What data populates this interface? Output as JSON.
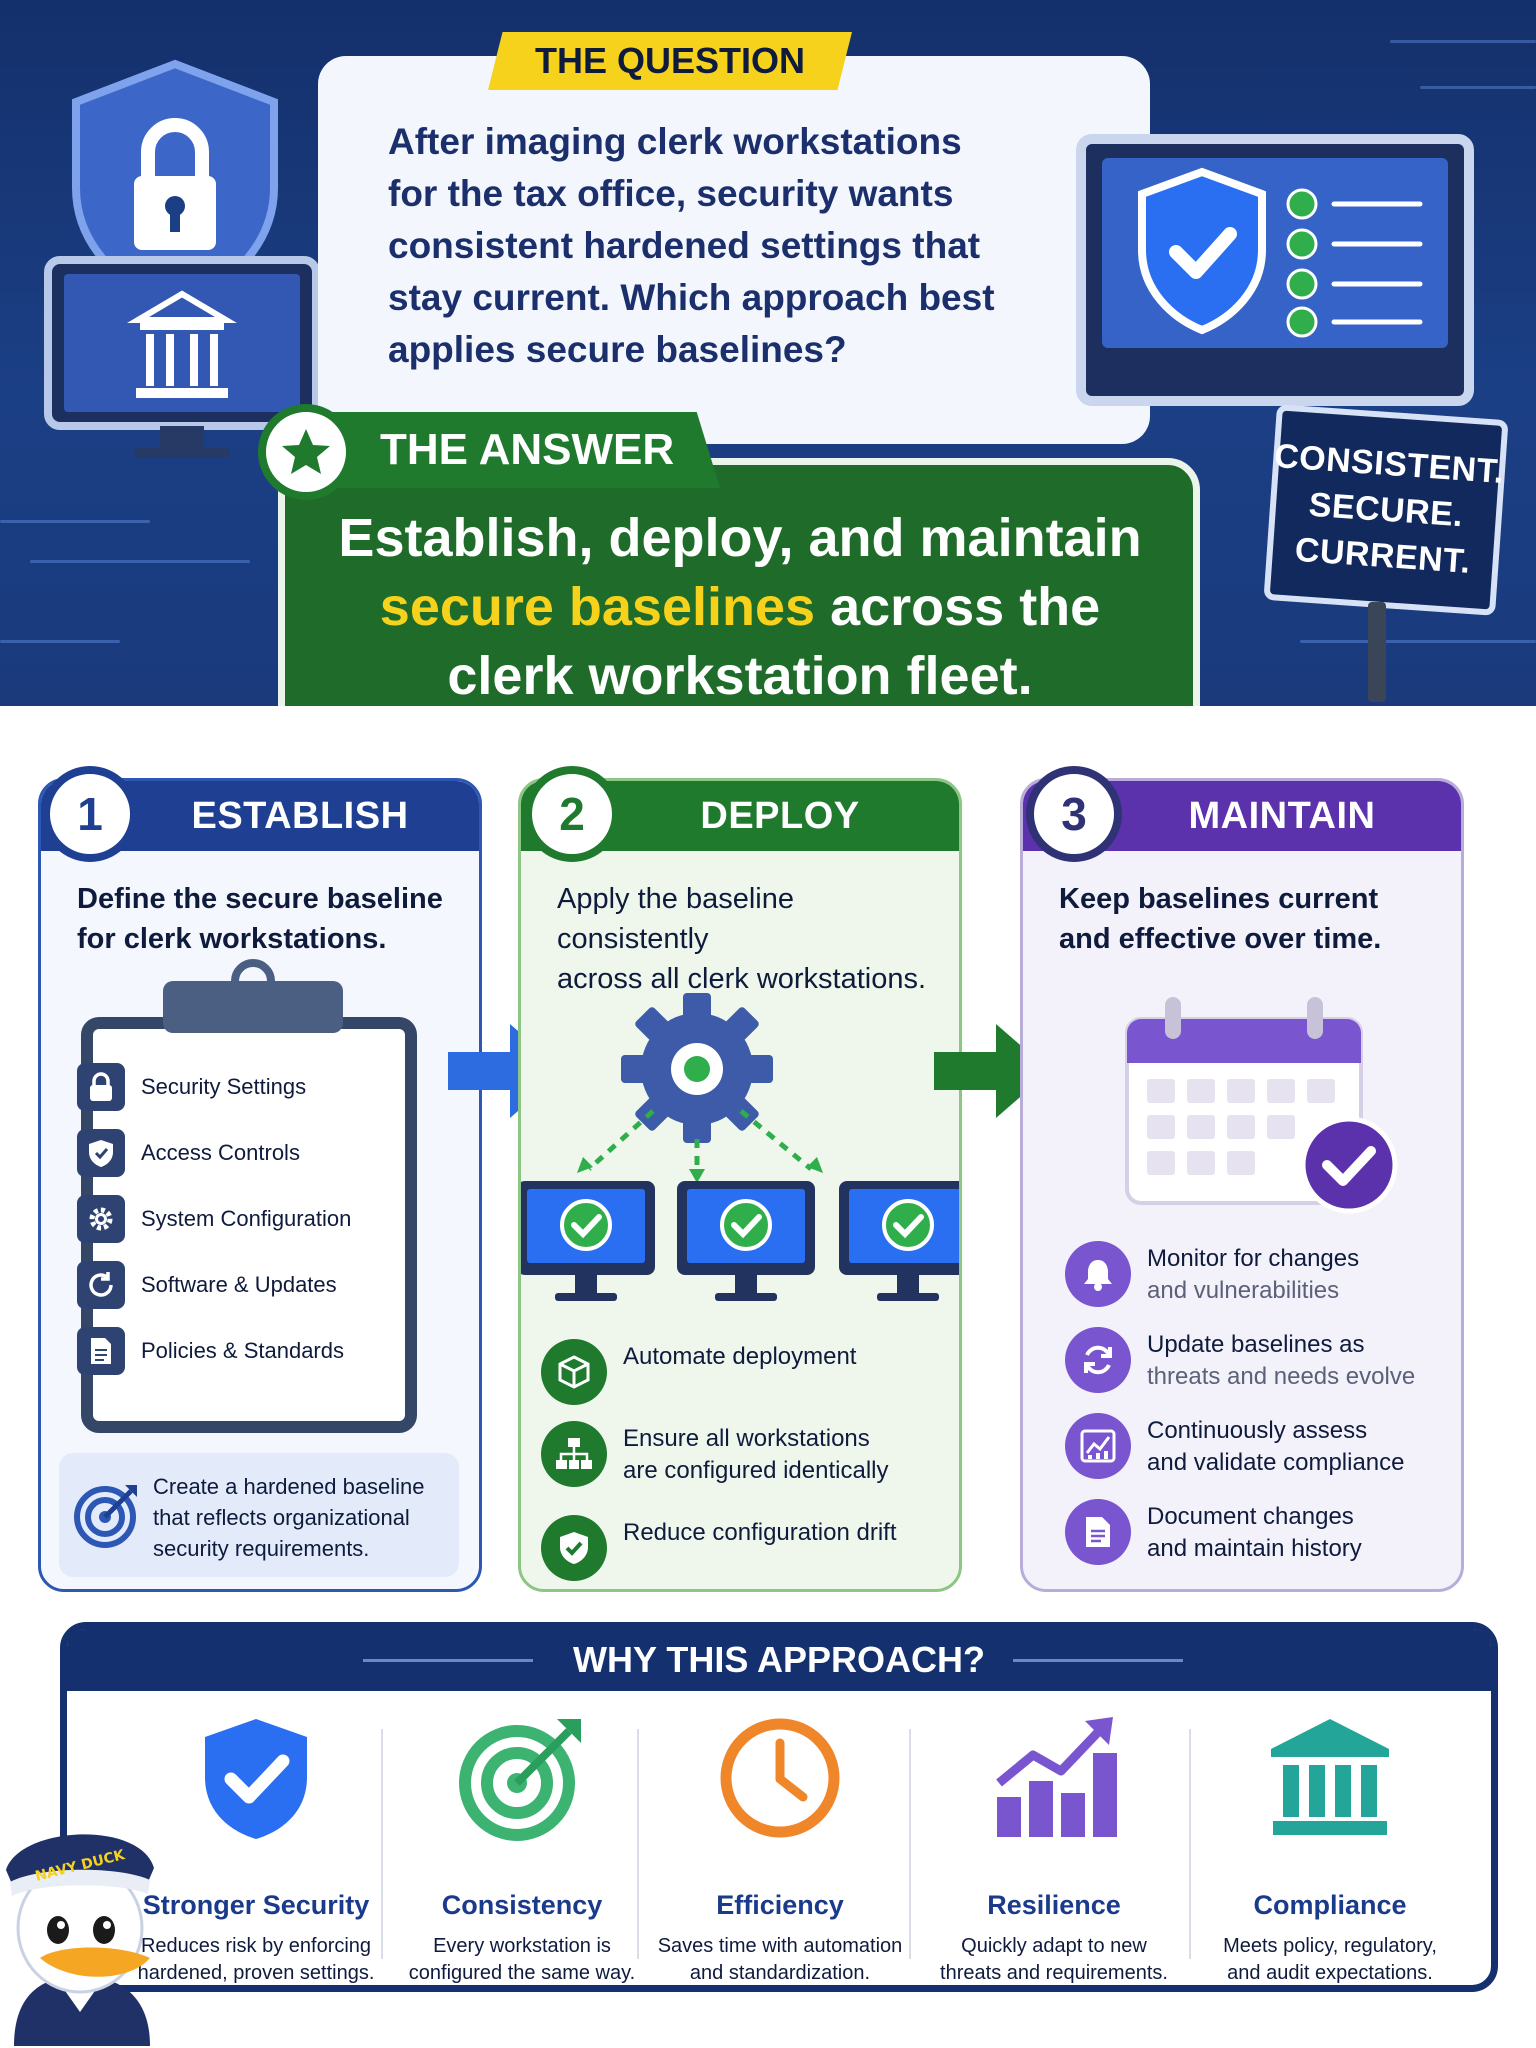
{
  "question": {
    "tag": "THE QUESTION",
    "lines": [
      "After imaging clerk workstations",
      "for the tax office, security wants",
      "consistent hardened settings that",
      "stay current. Which approach best",
      "applies secure baselines?"
    ]
  },
  "sign": {
    "lines": [
      "CONSISTENT.",
      "SECURE.",
      "CURRENT."
    ]
  },
  "answer": {
    "tag": "THE ANSWER",
    "line1": "Establish, deploy, and maintain",
    "line2_highlight": "secure baselines",
    "line2_rest": " across the",
    "line3": "clerk workstation fleet."
  },
  "steps": [
    {
      "number": "1",
      "title": "ESTABLISH",
      "desc_lines": [
        "Define the secure baseline",
        "for clerk workstations."
      ],
      "checklist": [
        "Security Settings",
        "Access Controls",
        "System Configuration",
        "Software & Updates",
        "Policies & Standards"
      ],
      "note_lines": [
        "Create a hardened baseline",
        "that reflects organizational",
        "security requirements."
      ]
    },
    {
      "number": "2",
      "title": "DEPLOY",
      "desc_lines": [
        "Apply the baseline consistently",
        "across all clerk workstations."
      ],
      "items": [
        {
          "lines": [
            "Automate deployment"
          ]
        },
        {
          "lines": [
            "Ensure all workstations",
            "are configured identically"
          ]
        },
        {
          "lines": [
            "Reduce configuration drift"
          ]
        }
      ]
    },
    {
      "number": "3",
      "title": "MAINTAIN",
      "desc_lines": [
        "Keep baselines current",
        "and effective over time."
      ],
      "items": [
        {
          "lines": [
            "Monitor for changes",
            "and vulnerabilities"
          ]
        },
        {
          "lines": [
            "Update baselines as",
            "threats and needs evolve"
          ]
        },
        {
          "lines": [
            "Continuously assess",
            "and validate compliance"
          ]
        },
        {
          "lines": [
            "Document changes",
            "and maintain history"
          ]
        }
      ]
    }
  ],
  "why": {
    "title": "WHY THIS APPROACH?",
    "items": [
      {
        "name": "Stronger Security",
        "desc_lines": [
          "Reduces risk by enforcing",
          "hardened, proven settings."
        ]
      },
      {
        "name": "Consistency",
        "desc_lines": [
          "Every workstation is",
          "configured the same way."
        ]
      },
      {
        "name": "Efficiency",
        "desc_lines": [
          "Saves time with automation",
          "and standardization."
        ]
      },
      {
        "name": "Resilience",
        "desc_lines": [
          "Quickly adapt to new",
          "threats and requirements."
        ]
      },
      {
        "name": "Compliance",
        "desc_lines": [
          "Meets policy, regulatory,",
          "and audit expectations."
        ]
      }
    ]
  },
  "mascot": {
    "cap_text": "NAVY DUCK"
  },
  "colors": {
    "navy": "#15306e",
    "blue": "#2d6be0",
    "green": "#1f7a2e",
    "purple": "#5b32ac",
    "yellow": "#f7d21c"
  }
}
